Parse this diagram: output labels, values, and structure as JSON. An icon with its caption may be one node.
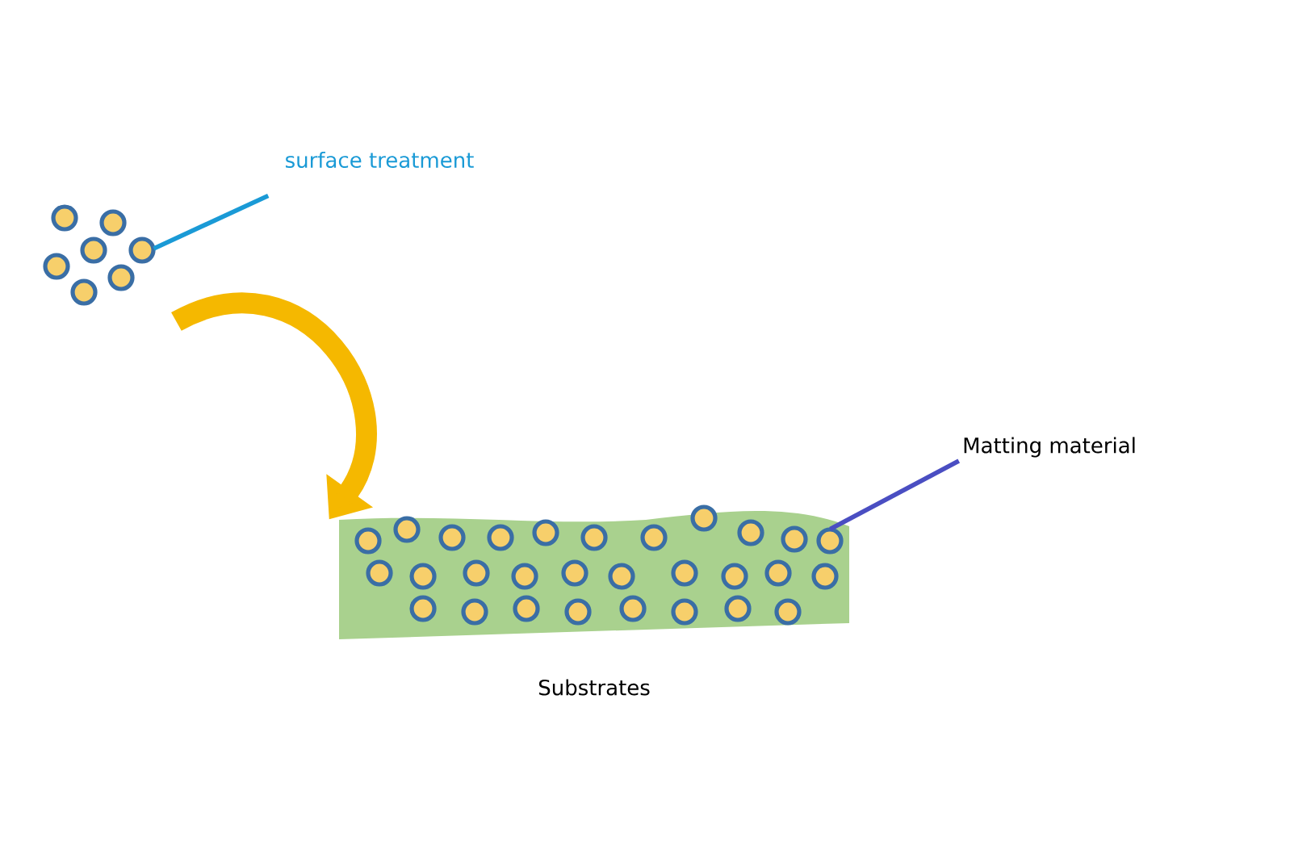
{
  "diagram": {
    "nodes": [
      {
        "text": [
          "surface treatment"
        ]
      },
      {
        "text": [],
        "shape": "picture"
      },
      {
        "text": [
          "Matting material"
        ]
      },
      {
        "text": [
          "Substrates"
        ]
      }
    ],
    "edges": [
      {
        "from": 0,
        "to": 1,
        "arrow": "none",
        "color": "#1a9ad6"
      },
      {
        "from": 1,
        "to": 3,
        "arrow": "to",
        "style": "thick",
        "color": "#f5b800"
      },
      {
        "from": 2,
        "to": 3,
        "arrow": "none",
        "color": "#4a4ec2"
      }
    ]
  }
}
